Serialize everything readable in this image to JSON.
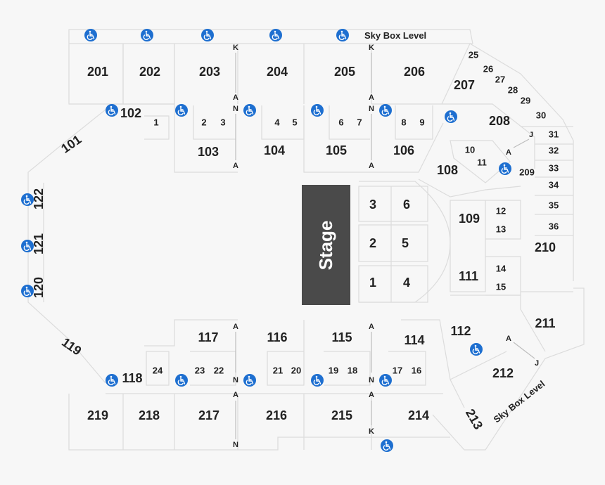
{
  "sky_box_label": "Sky Box Level",
  "stage_label": "Stage",
  "sections": [
    {
      "id": "201"
    },
    {
      "id": "202"
    },
    {
      "id": "203"
    },
    {
      "id": "204"
    },
    {
      "id": "205"
    },
    {
      "id": "206"
    },
    {
      "id": "207"
    },
    {
      "id": "208"
    },
    {
      "id": "209"
    },
    {
      "id": "210"
    },
    {
      "id": "211"
    },
    {
      "id": "212"
    },
    {
      "id": "213"
    },
    {
      "id": "214"
    },
    {
      "id": "215"
    },
    {
      "id": "216"
    },
    {
      "id": "217"
    },
    {
      "id": "218"
    },
    {
      "id": "219"
    },
    {
      "id": "101"
    },
    {
      "id": "102"
    },
    {
      "id": "103"
    },
    {
      "id": "104"
    },
    {
      "id": "105"
    },
    {
      "id": "106"
    },
    {
      "id": "108"
    },
    {
      "id": "109"
    },
    {
      "id": "111"
    },
    {
      "id": "112"
    },
    {
      "id": "114"
    },
    {
      "id": "115"
    },
    {
      "id": "116"
    },
    {
      "id": "117"
    },
    {
      "id": "118"
    },
    {
      "id": "119"
    },
    {
      "id": "120"
    },
    {
      "id": "121"
    },
    {
      "id": "122"
    }
  ],
  "boxes": [
    "1",
    "2",
    "3",
    "4",
    "5",
    "6",
    "7",
    "8",
    "9",
    "10",
    "11",
    "12",
    "13",
    "14",
    "15",
    "16",
    "17",
    "18",
    "19",
    "20",
    "21",
    "22",
    "23",
    "24",
    "25",
    "26",
    "27",
    "28",
    "29",
    "30",
    "31",
    "32",
    "33",
    "34",
    "35",
    "36"
  ],
  "floor": [
    "1",
    "2",
    "3",
    "4",
    "5",
    "6"
  ],
  "rows": {
    "K": "K",
    "A": "A",
    "N": "N",
    "J": "J"
  },
  "icons": {
    "wheelchair": "wheelchair-icon",
    "color": "#1e6fd0"
  }
}
